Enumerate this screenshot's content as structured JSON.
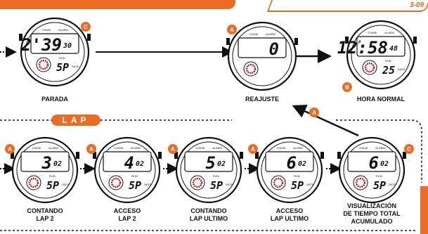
{
  "page_number": "3-09",
  "section_title": "LAP",
  "watches": [
    {
      "caption": [
        "PARADA"
      ],
      "main": "2'39",
      "sec": "30",
      "day": "5P",
      "run": "RUN",
      "badge": "C"
    },
    {
      "caption": [
        "REAJUSTE"
      ],
      "main": "0",
      "sec": "",
      "day": "",
      "run": "",
      "badge": "A"
    },
    {
      "caption": [
        "HORA NORMAL"
      ],
      "main": "12:58",
      "sec": "48",
      "day": "25",
      "prefix": "P",
      "badge": "B"
    },
    {
      "caption": [
        "CONTANDO",
        "LAP 2"
      ],
      "main": "3",
      "sec": "02",
      "day": "5P",
      "badge": "A"
    },
    {
      "caption": [
        "ACCESO",
        "LAP 2"
      ],
      "main": "4",
      "sec": "02",
      "day": "5P",
      "badge": "A"
    },
    {
      "caption": [
        "CONTANDO",
        "LAP ULTIMO"
      ],
      "main": "5",
      "sec": "02",
      "day": "5P",
      "badge": "A"
    },
    {
      "caption": [
        "ACCESO",
        "LAP ULTIMO"
      ],
      "main": "6",
      "sec": "02",
      "day": "5P",
      "badge": "A"
    },
    {
      "caption": [
        "VISUALIZACIÓN",
        "DE TIEMPO TOTAL",
        "ACUMULADO"
      ],
      "main": "6",
      "sec": "02",
      "day": "5P",
      "badge": "C"
    }
  ],
  "watch_labels": {
    "chime": "CHIME",
    "alarm": "ALARM",
    "run": "RUN",
    "date": "DATE"
  },
  "transition_badge": "A",
  "colors": {
    "accent": "#ec6b22",
    "ink": "#111111"
  }
}
